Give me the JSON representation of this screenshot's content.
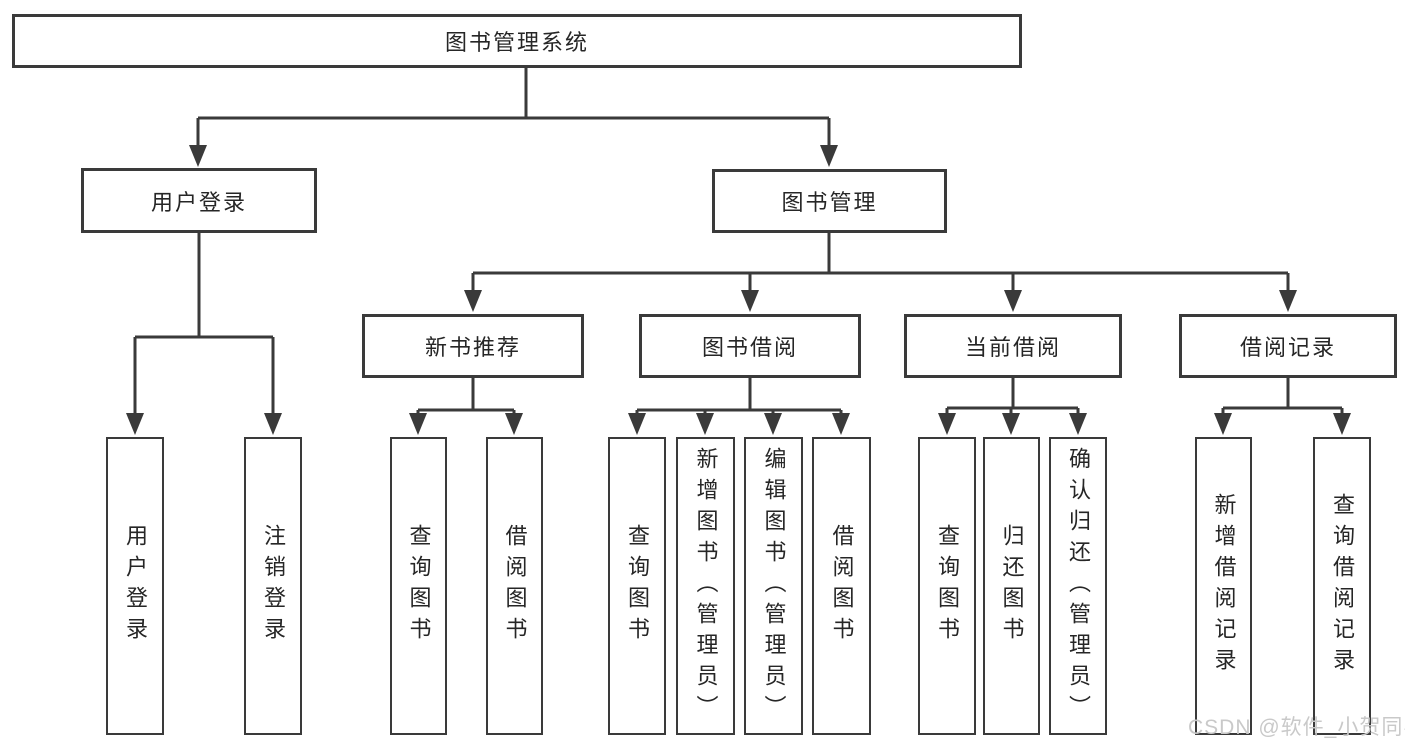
{
  "tree": {
    "root": {
      "label": "图书管理系统"
    },
    "branches": [
      {
        "label": "用户登录",
        "children": [
          "用户登录",
          "注销登录"
        ]
      },
      {
        "label": "图书管理",
        "sections": [
          {
            "label": "新书推荐",
            "children": [
              "查询图书",
              "借阅图书"
            ]
          },
          {
            "label": "图书借阅",
            "children": [
              "查询图书",
              "新增图书（管理员）",
              "编辑图书（管理员）",
              "借阅图书"
            ]
          },
          {
            "label": "当前借阅",
            "children": [
              "查询图书",
              "归还图书",
              "确认归还（管理员）"
            ]
          },
          {
            "label": "借阅记录",
            "children": [
              "新增借阅记录",
              "查询借阅记录"
            ]
          }
        ]
      }
    ]
  },
  "watermark": {
    "text": "CSDN @软件_小贺同学"
  },
  "colors": {
    "line": "#3a3a3a",
    "text": "#262626",
    "background": "#ffffff",
    "watermark": "#c9c9c9"
  }
}
